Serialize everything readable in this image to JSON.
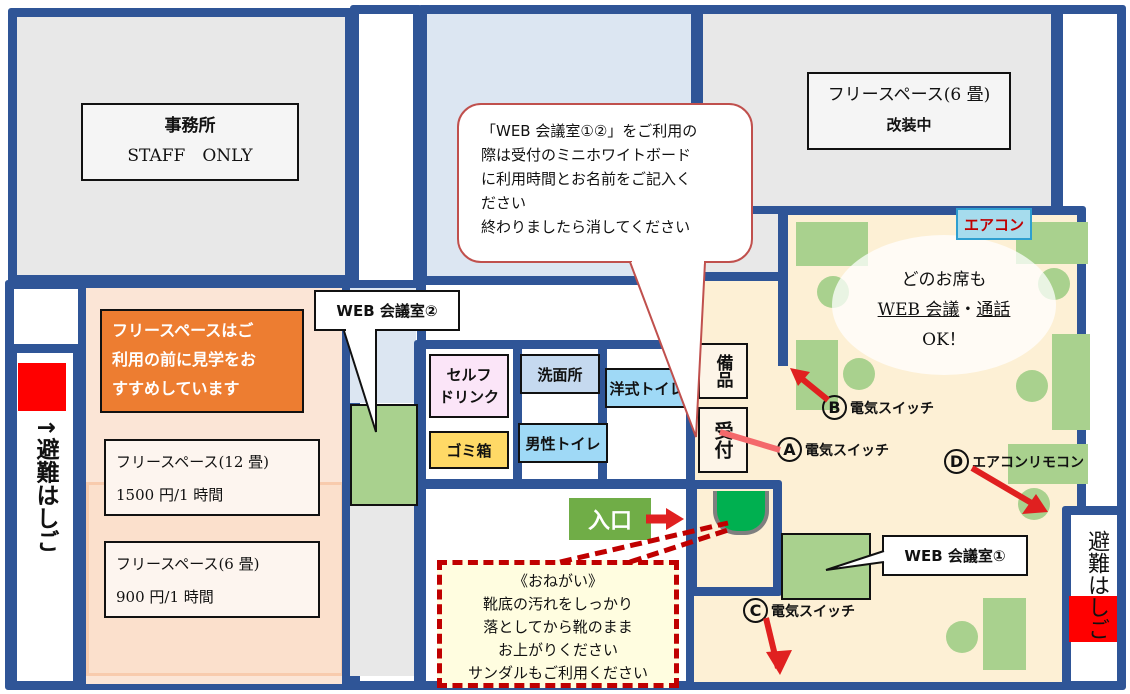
{
  "rooms": {
    "office": {
      "title": "事務所",
      "subtitle": "STAFF　ONLY"
    },
    "free_space_renovation": {
      "title": "フリースペース(6 畳)",
      "subtitle": "改装中"
    },
    "free_space_12": {
      "name": "フリースペース(12 畳)",
      "price": "1500 円/1 時間"
    },
    "free_space_6": {
      "name": "フリースペース(6 畳)",
      "price": "900 円/1 時間"
    },
    "main_hall": {
      "line1": "どのお席も",
      "line2a": "WEB 会議",
      "line2sep": "・",
      "line2b": "通話",
      "line3": "OK！"
    }
  },
  "notices": {
    "web_room_usage": {
      "lines": [
        "「WEB 会議室①②」をご利用の",
        "際は受付のミニホワイトボード",
        "に利用時間とお名前をご記入く",
        "ださい",
        "終わりましたら消してください"
      ]
    },
    "free_space_tour": {
      "lines": [
        "フリースペースはご",
        "利用の前に見学をお",
        "すすめしています"
      ]
    },
    "request": {
      "lines": [
        "《おねがい》",
        "靴底の汚れをしっかり",
        "落としてから靴のまま",
        "お上がりください",
        "サンダルもご利用ください"
      ]
    }
  },
  "facilities": {
    "self_drink": "セルフ\nドリンク",
    "self_drink_l1": "セルフ",
    "self_drink_l2": "ドリンク",
    "trash": "ゴミ箱",
    "washroom": "洗面所",
    "western_toilet": "洋式トイレ",
    "mens_toilet": "男性トイレ",
    "equipment": "備品",
    "reception": "受付",
    "entrance": "入口",
    "aircon": "エアコン"
  },
  "callouts": {
    "web_room_1": "WEB 会議室①",
    "web_room_2": "WEB 会議室②"
  },
  "switches": [
    {
      "id": "A",
      "label": "電気スイッチ"
    },
    {
      "id": "B",
      "label": "電気スイッチ"
    },
    {
      "id": "C",
      "label": "電気スイッチ"
    },
    {
      "id": "D",
      "label": "エアコンリモコン"
    }
  ],
  "emergency": {
    "left_ladder": "↑避難はしご",
    "right_ladder": "避難はしご"
  },
  "colors": {
    "wall": "#2f5597",
    "desk": "#a9d18e",
    "accent_red": "#e02020",
    "tour_notice_bg": "#ed7d31",
    "entrance_bg": "#70ad47",
    "mat_green": "#00b050"
  }
}
